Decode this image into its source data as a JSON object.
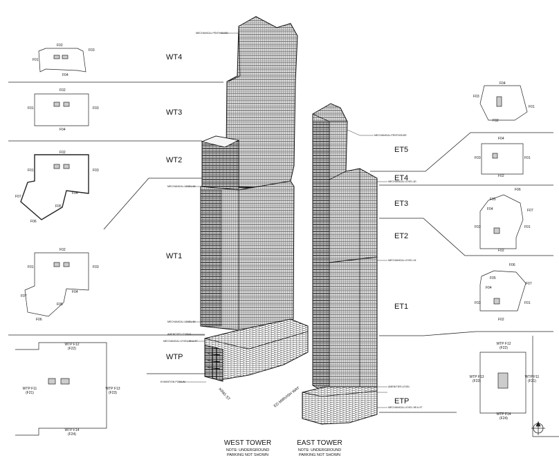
{
  "west_tower": {
    "title": "WEST TOWER",
    "note_line1": "NOTE: UNDERGROUND",
    "note_line2": "PARKING NOT SHOWN",
    "zones": [
      "WT4",
      "WT3",
      "WT2",
      "WT1",
      "WTP"
    ]
  },
  "east_tower": {
    "title": "EAST TOWER",
    "note_line1": "NOTE: UNDERGROUND",
    "note_line2": "PARKING NOT SHOWN",
    "zones": [
      "ET5",
      "ET4",
      "ET3",
      "ET2",
      "ET1",
      "ETP"
    ]
  },
  "streets": {
    "king": "KING ST",
    "ed_mirvish": "ED MIRVISH WAY"
  },
  "callouts": {
    "west_penthouse": "MECHANICAL PENTHOUSE",
    "west_level_82": "MECHANICAL LEVEL 82",
    "west_level_50": "MECHANICAL LEVEL 50",
    "west_amenities": "AMENITIES LEVELS",
    "west_level_9": "MECHANICAL LEVEL 9B & 9T",
    "west_podium": "EXHIBITION PODIUM",
    "east_penthouse": "MECHANICAL PENTHOUSE",
    "east_level_60": "MECHANICAL LEVEL 60",
    "east_level_44": "MECHANICAL LEVEL 44",
    "east_amenities": "AMENITIES LEVEL",
    "east_level_9": "MECHANICAL LEVEL 9B & 9T"
  },
  "plans": {
    "wt4": [
      "F01",
      "F02",
      "F03",
      "F04"
    ],
    "wt3": [
      "F01",
      "F02",
      "F03",
      "F04"
    ],
    "wt2": [
      "F01",
      "F02",
      "F03",
      "F04",
      "F05",
      "F06",
      "F07"
    ],
    "wt1": [
      "F01",
      "F02",
      "F03",
      "F04",
      "F05",
      "F06",
      "F07"
    ],
    "wtp": {
      "top1": "WTP F12",
      "top2": "(F22)",
      "left1": "WTP F11",
      "left2": "(F21)",
      "right1": "WTP F13",
      "right2": "(F23)",
      "bottom1": "WTP F14",
      "bottom2": "(F24)"
    },
    "et5": [
      "F01",
      "F02",
      "F03",
      "F04"
    ],
    "et4": [
      "F01",
      "F02",
      "F03",
      "F04"
    ],
    "et3": [
      "F01",
      "F02",
      "F03",
      "F04",
      "F05",
      "F06",
      "F07"
    ],
    "et1": [
      "F01",
      "F02",
      "F03",
      "F04",
      "F05",
      "F06",
      "F07"
    ],
    "etp": {
      "top1": "WTP F12",
      "top2": "(F22)",
      "left1": "WTP F13",
      "left2": "(F23)",
      "right1": "WTP F11",
      "right2": "(F21)",
      "bottom1": "WTP F14",
      "bottom2": "(F24)"
    }
  },
  "colors": {
    "line": "#1a1a1a",
    "background": "#ffffff",
    "hatch": "#555555"
  }
}
